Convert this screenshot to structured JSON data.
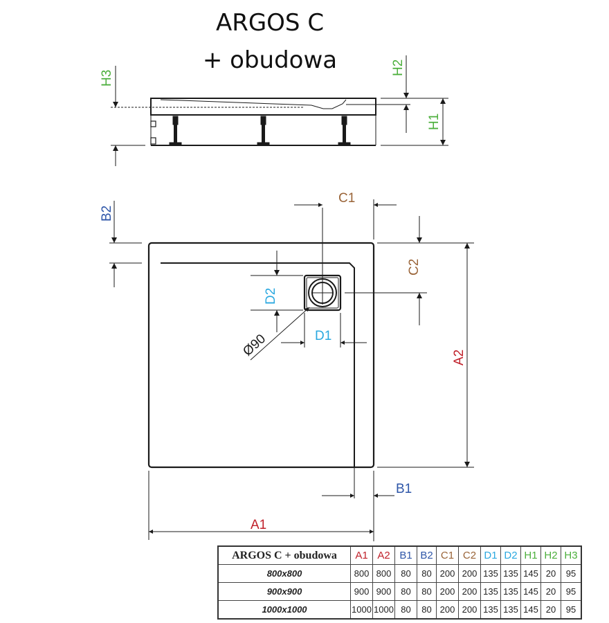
{
  "title": {
    "line1": "ARGOS C",
    "line2": "+ obudowa"
  },
  "colors": {
    "A": "#c0202a",
    "B": "#2e56a8",
    "C": "#9a6438",
    "D": "#2aa8e0",
    "H": "#4caf3c",
    "line": "#1a1a1a"
  },
  "labels": {
    "H1": "H1",
    "H2": "H2",
    "H3": "H3",
    "B1": "B1",
    "B2": "B2",
    "C1": "C1",
    "C2": "C2",
    "D1": "D1",
    "D2": "D2",
    "A1": "A1",
    "A2": "A2",
    "diameter": "Ø90"
  },
  "table": {
    "name": "ARGOS C + obudowa",
    "columns": [
      {
        "label": "A1",
        "color": "#c0202a"
      },
      {
        "label": "A2",
        "color": "#c0202a"
      },
      {
        "label": "B1",
        "color": "#2e56a8"
      },
      {
        "label": "B2",
        "color": "#2e56a8"
      },
      {
        "label": "C1",
        "color": "#9a6438"
      },
      {
        "label": "C2",
        "color": "#9a6438"
      },
      {
        "label": "D1",
        "color": "#2aa8e0"
      },
      {
        "label": "D2",
        "color": "#2aa8e0"
      },
      {
        "label": "H1",
        "color": "#4caf3c"
      },
      {
        "label": "H2",
        "color": "#4caf3c"
      },
      {
        "label": "H3",
        "color": "#4caf3c"
      }
    ],
    "rows": [
      {
        "size": "800x800",
        "values": [
          "800",
          "800",
          "80",
          "80",
          "200",
          "200",
          "135",
          "135",
          "145",
          "20",
          "95"
        ]
      },
      {
        "size": "900x900",
        "values": [
          "900",
          "900",
          "80",
          "80",
          "200",
          "200",
          "135",
          "135",
          "145",
          "20",
          "95"
        ]
      },
      {
        "size": "1000x1000",
        "values": [
          "1000",
          "1000",
          "80",
          "80",
          "200",
          "200",
          "135",
          "135",
          "145",
          "20",
          "95"
        ]
      }
    ]
  }
}
